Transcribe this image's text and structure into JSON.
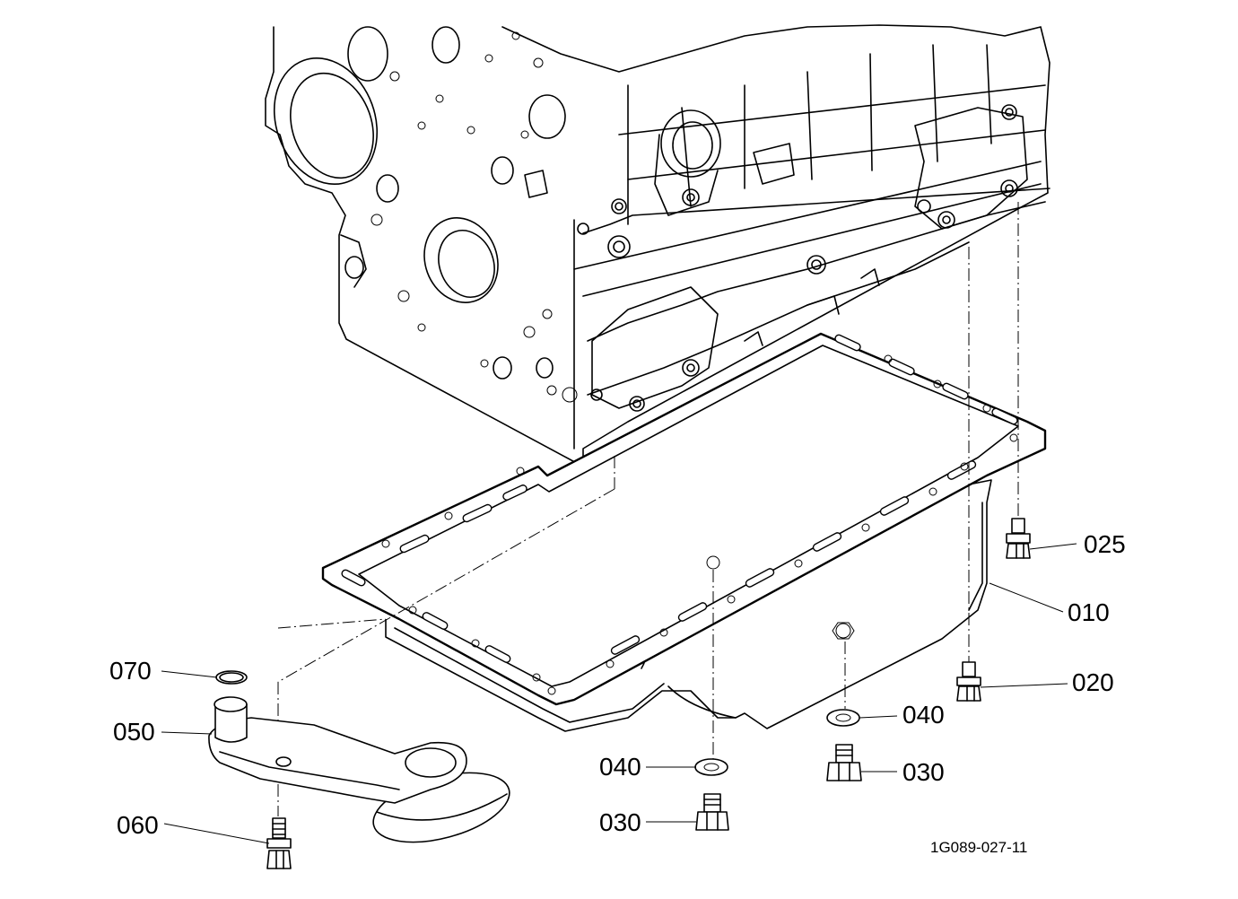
{
  "diagram": {
    "drawing_code": "1G089-027-11",
    "parts": [
      {
        "id": "oil-pan",
        "callout": "010"
      },
      {
        "id": "bolt-pan-short",
        "callout": "020"
      },
      {
        "id": "bolt-pan-long",
        "callout": "025"
      },
      {
        "id": "drain-plug-left",
        "callout": "030"
      },
      {
        "id": "drain-plug-right",
        "callout": "030"
      },
      {
        "id": "gasket-washer-left",
        "callout": "040"
      },
      {
        "id": "gasket-washer-right",
        "callout": "040"
      },
      {
        "id": "oil-strainer",
        "callout": "050"
      },
      {
        "id": "strainer-bolt",
        "callout": "060"
      },
      {
        "id": "o-ring",
        "callout": "070"
      }
    ]
  }
}
